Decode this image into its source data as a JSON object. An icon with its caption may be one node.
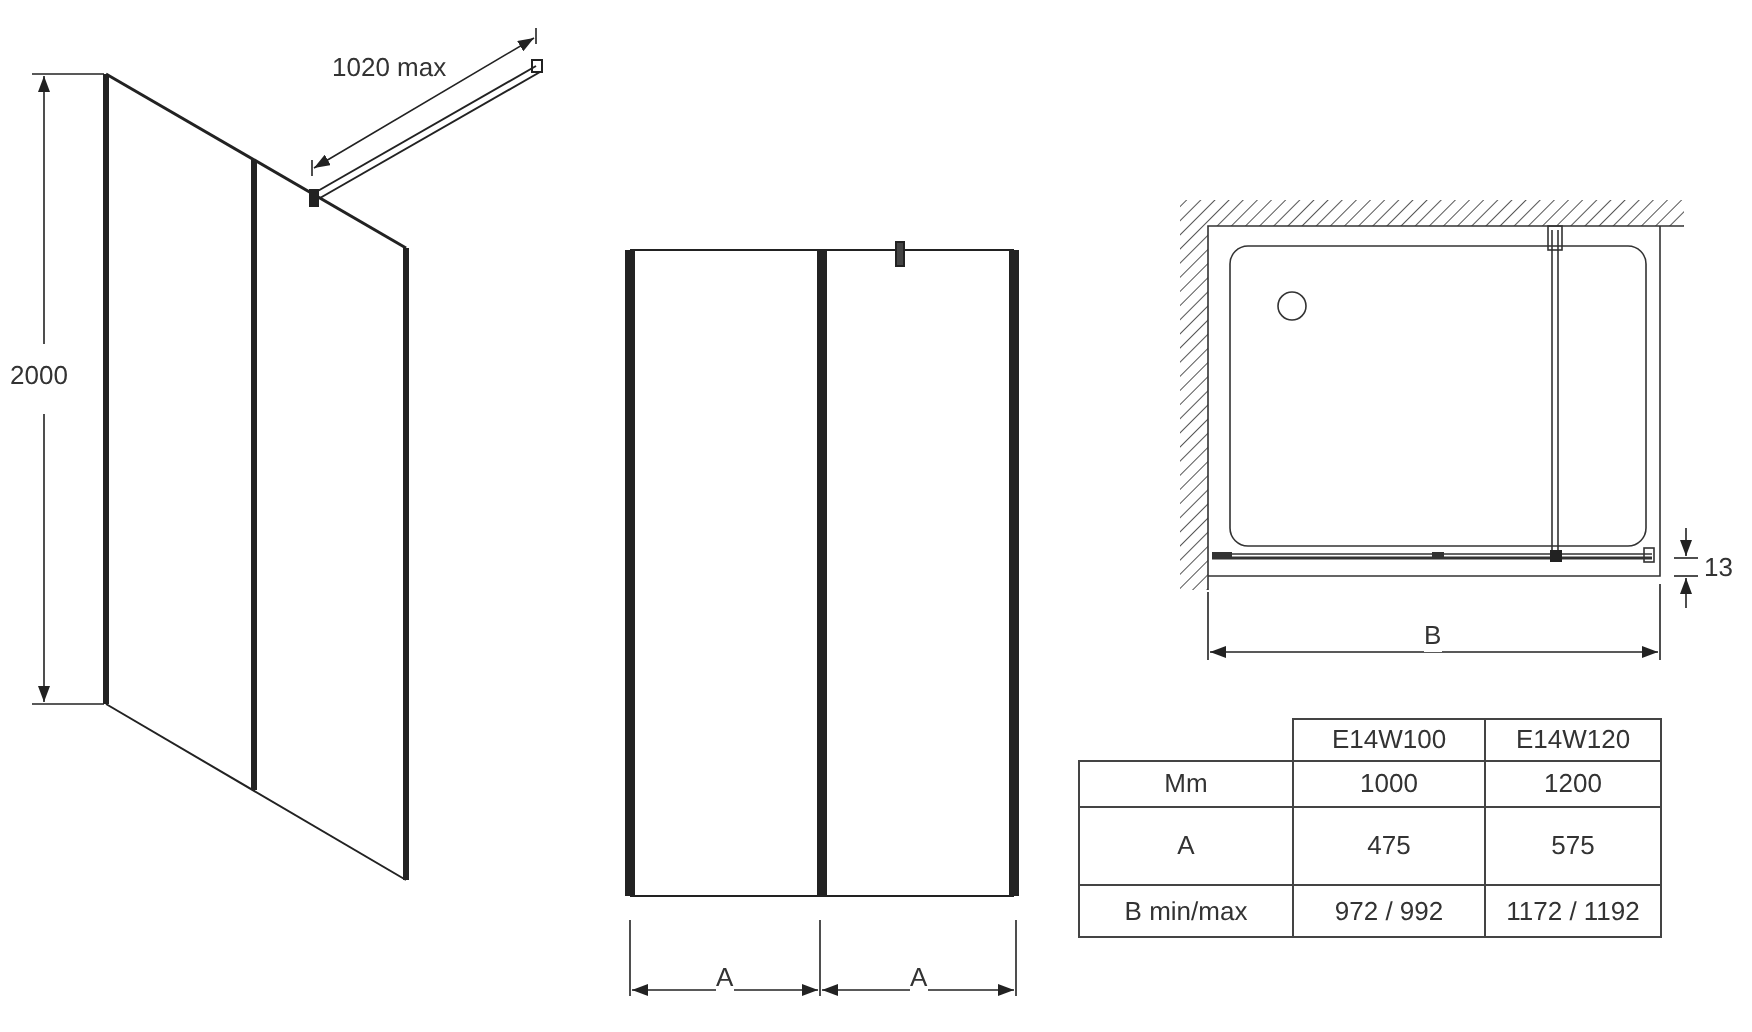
{
  "diagram": {
    "labels": [
      "1020 max",
      "2000",
      "A",
      "A",
      "13",
      "B",
      "E14W100",
      "E14W120",
      "Mm",
      "1000",
      "1200",
      "A",
      "475",
      "575",
      "B min/max",
      "972 / 992",
      "1172 / 1192"
    ]
  }
}
